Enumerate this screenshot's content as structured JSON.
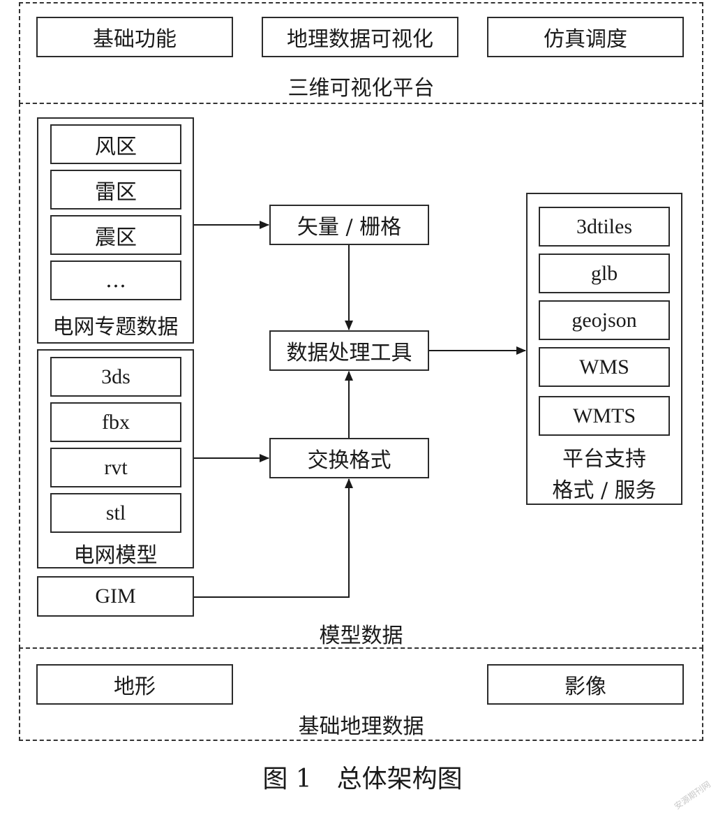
{
  "platform": {
    "title": "三维可视化平台",
    "items": [
      "基础功能",
      "地理数据可视化",
      "仿真调度"
    ]
  },
  "model": {
    "title": "模型数据",
    "thematic": {
      "title": "电网专题数据",
      "items": [
        "风区",
        "雷区",
        "震区",
        "…"
      ]
    },
    "grid_model": {
      "title": "电网模型",
      "items": [
        "3ds",
        "fbx",
        "rvt",
        "stl"
      ]
    },
    "gim": "GIM",
    "vector_raster": "矢量 / 栅格",
    "exchange": "交换格式",
    "tool": "数据处理工具",
    "supported": {
      "title_line1": "平台支持",
      "title_line2": "格式 / 服务",
      "items": [
        "3dtiles",
        "glb",
        "geojson",
        "WMS",
        "WMTS"
      ]
    }
  },
  "base": {
    "title": "基础地理数据",
    "items": [
      "地形",
      "影像"
    ]
  },
  "caption": "图 1　总体架构图",
  "watermark": "安源期刊网"
}
